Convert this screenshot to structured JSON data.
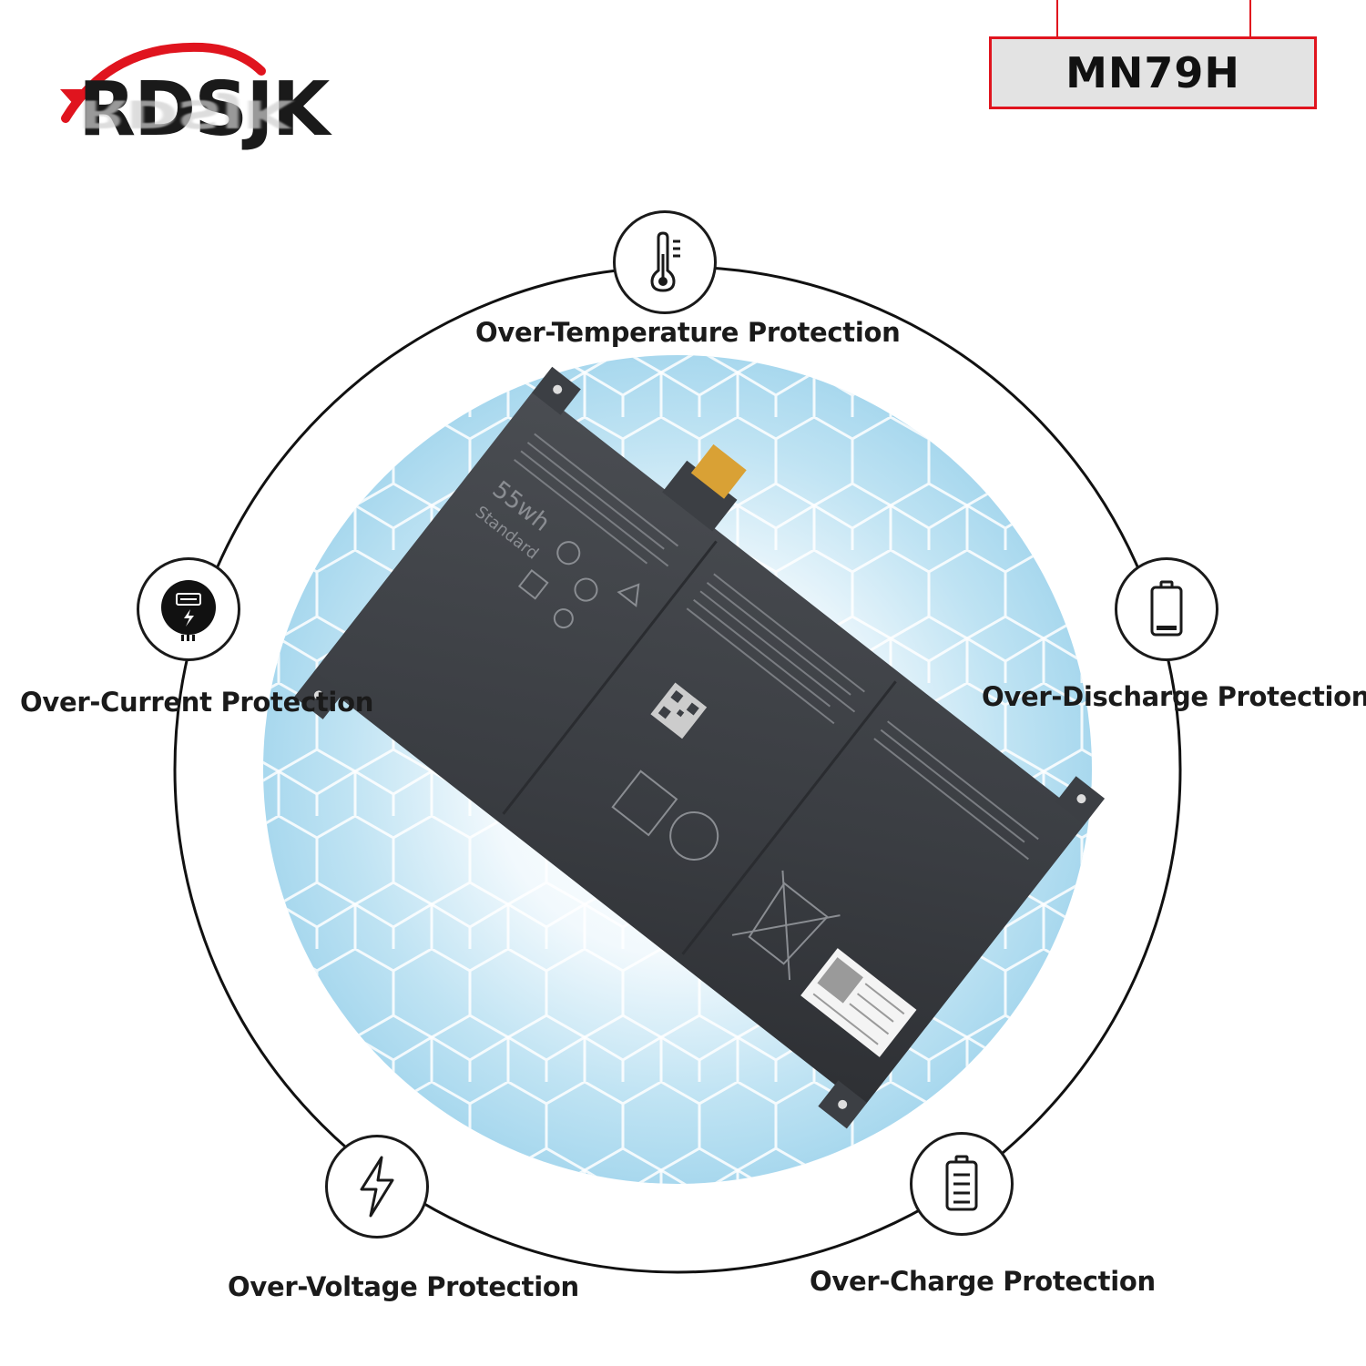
{
  "brand": {
    "logo_text": "RDSJK",
    "accent_color": "#e0141e"
  },
  "model": {
    "label": "MN79H"
  },
  "features": {
    "top": {
      "label": "Over-Temperature Protection",
      "icon": "thermometer-icon"
    },
    "left": {
      "label": "Over-Current Protection",
      "icon": "current-meter-icon"
    },
    "right": {
      "label": "Over-Discharge Protection",
      "icon": "battery-low-icon"
    },
    "bottom_left": {
      "label": "Over-Voltage Protection",
      "icon": "lightning-icon"
    },
    "bottom_right": {
      "label": "Over-Charge Protection",
      "icon": "battery-full-icon"
    }
  },
  "product": {
    "capacity_label": "55wh",
    "type_label": "Standard"
  }
}
